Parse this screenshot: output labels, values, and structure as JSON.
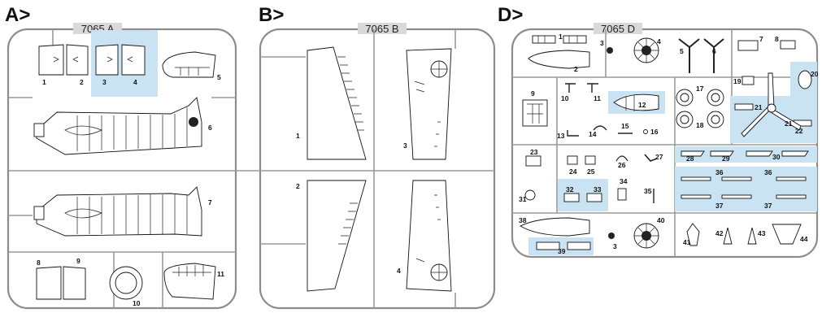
{
  "highlight_color": "#c9e3f3",
  "frame_color": "#8c8c8c",
  "sprues": [
    {
      "label": "A>",
      "code": "7065 A",
      "part_numbers": [
        "1",
        "2",
        "3",
        "4",
        "5",
        "6",
        "7",
        "8",
        "9",
        "10",
        "11"
      ]
    },
    {
      "label": "B>",
      "code": "7065 B",
      "part_numbers": [
        "1",
        "2",
        "3",
        "4"
      ]
    },
    {
      "label": "D>",
      "code": "7065 D",
      "part_numbers": [
        "1",
        "2",
        "3",
        "4",
        "5",
        "6",
        "7",
        "8",
        "9",
        "10",
        "11",
        "12",
        "13",
        "14",
        "15",
        "16",
        "17",
        "18",
        "19",
        "20",
        "21",
        "21",
        "22",
        "23",
        "24",
        "25",
        "26",
        "27",
        "28",
        "29",
        "30",
        "31",
        "32",
        "33",
        "34",
        "35",
        "36",
        "36",
        "37",
        "37",
        "38",
        "39",
        "3",
        "40",
        "41",
        "42",
        "43",
        "44"
      ]
    }
  ],
  "highlighted_parts": {
    "A": [
      "3",
      "4"
    ],
    "D": [
      "12",
      "20",
      "21",
      "22",
      "28",
      "29",
      "30",
      "32",
      "33",
      "36",
      "37",
      "39"
    ]
  }
}
